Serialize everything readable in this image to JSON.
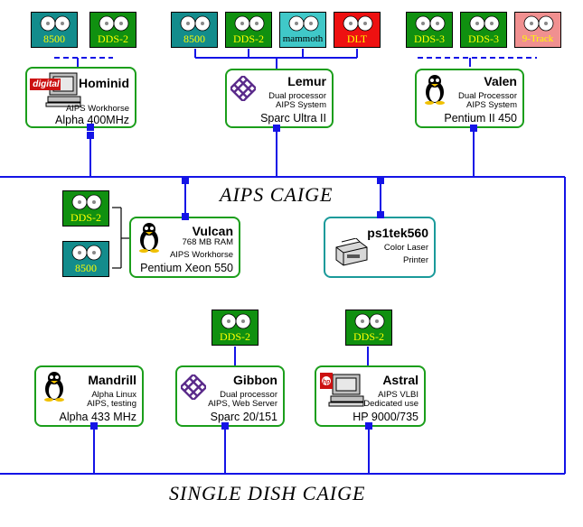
{
  "colors": {
    "bus": "#1414e6",
    "host_border": "#1b9e1b",
    "printer_border": "#1a9a9a",
    "tape_teal": "#138c8c",
    "tape_green": "#109010",
    "tape_cyan": "#40c8c8",
    "tape_red": "#ee1111",
    "tape_pink": "#f09090",
    "tape_label_yellow": "#ffff00",
    "tape_label_black": "#000000"
  },
  "networks": {
    "aips": "AIPS CAIGE",
    "single_dish": "SINGLE DISH CAIGE"
  },
  "tapes": {
    "hominid_1": "8500",
    "hominid_2": "DDS-2",
    "lemur_1": "8500",
    "lemur_2": "DDS-2",
    "lemur_3": "mammoth",
    "lemur_4": "DLT",
    "valen_1": "DDS-3",
    "valen_2": "DDS-3",
    "valen_3": "9-Track",
    "vulcan_1": "DDS-2",
    "vulcan_2": "8500",
    "gibbon_1": "DDS-2",
    "astral_1": "DDS-2"
  },
  "hosts": {
    "hominid": {
      "name": "Hominid",
      "icon": "digital-workstation-icon",
      "logo": "digital",
      "desc": [
        "AIPS Workhorse"
      ],
      "model": "Alpha 400MHz"
    },
    "lemur": {
      "name": "Lemur",
      "icon": "sun-logo-icon",
      "desc": [
        "Dual processor",
        "AIPS System"
      ],
      "model": "Sparc Ultra II"
    },
    "valen": {
      "name": "Valen",
      "icon": "linux-penguin-icon",
      "desc": [
        "Dual Processor",
        "AIPS System"
      ],
      "model": "Pentium II 450"
    },
    "vulcan": {
      "name": "Vulcan",
      "icon": "linux-penguin-icon",
      "desc": [
        "768 MB RAM",
        "AIPS Workhorse"
      ],
      "model": "Pentium Xeon 550"
    },
    "printer": {
      "name": "ps1tek560",
      "icon": "printer-icon",
      "desc": [
        "Color Laser",
        "Printer"
      ]
    },
    "mandrill": {
      "name": "Mandrill",
      "icon": "linux-penguin-icon",
      "desc": [
        "Alpha Linux",
        "AIPS, testing"
      ],
      "model": "Alpha 433 MHz"
    },
    "gibbon": {
      "name": "Gibbon",
      "icon": "sun-logo-icon",
      "desc": [
        "Dual processor",
        "AIPS, Web Server"
      ],
      "model": "Sparc 20/151"
    },
    "astral": {
      "name": "Astral",
      "icon": "hp-workstation-icon",
      "desc": [
        "AIPS VLBI",
        "Dedicated use"
      ],
      "model": "HP 9000/735"
    }
  }
}
